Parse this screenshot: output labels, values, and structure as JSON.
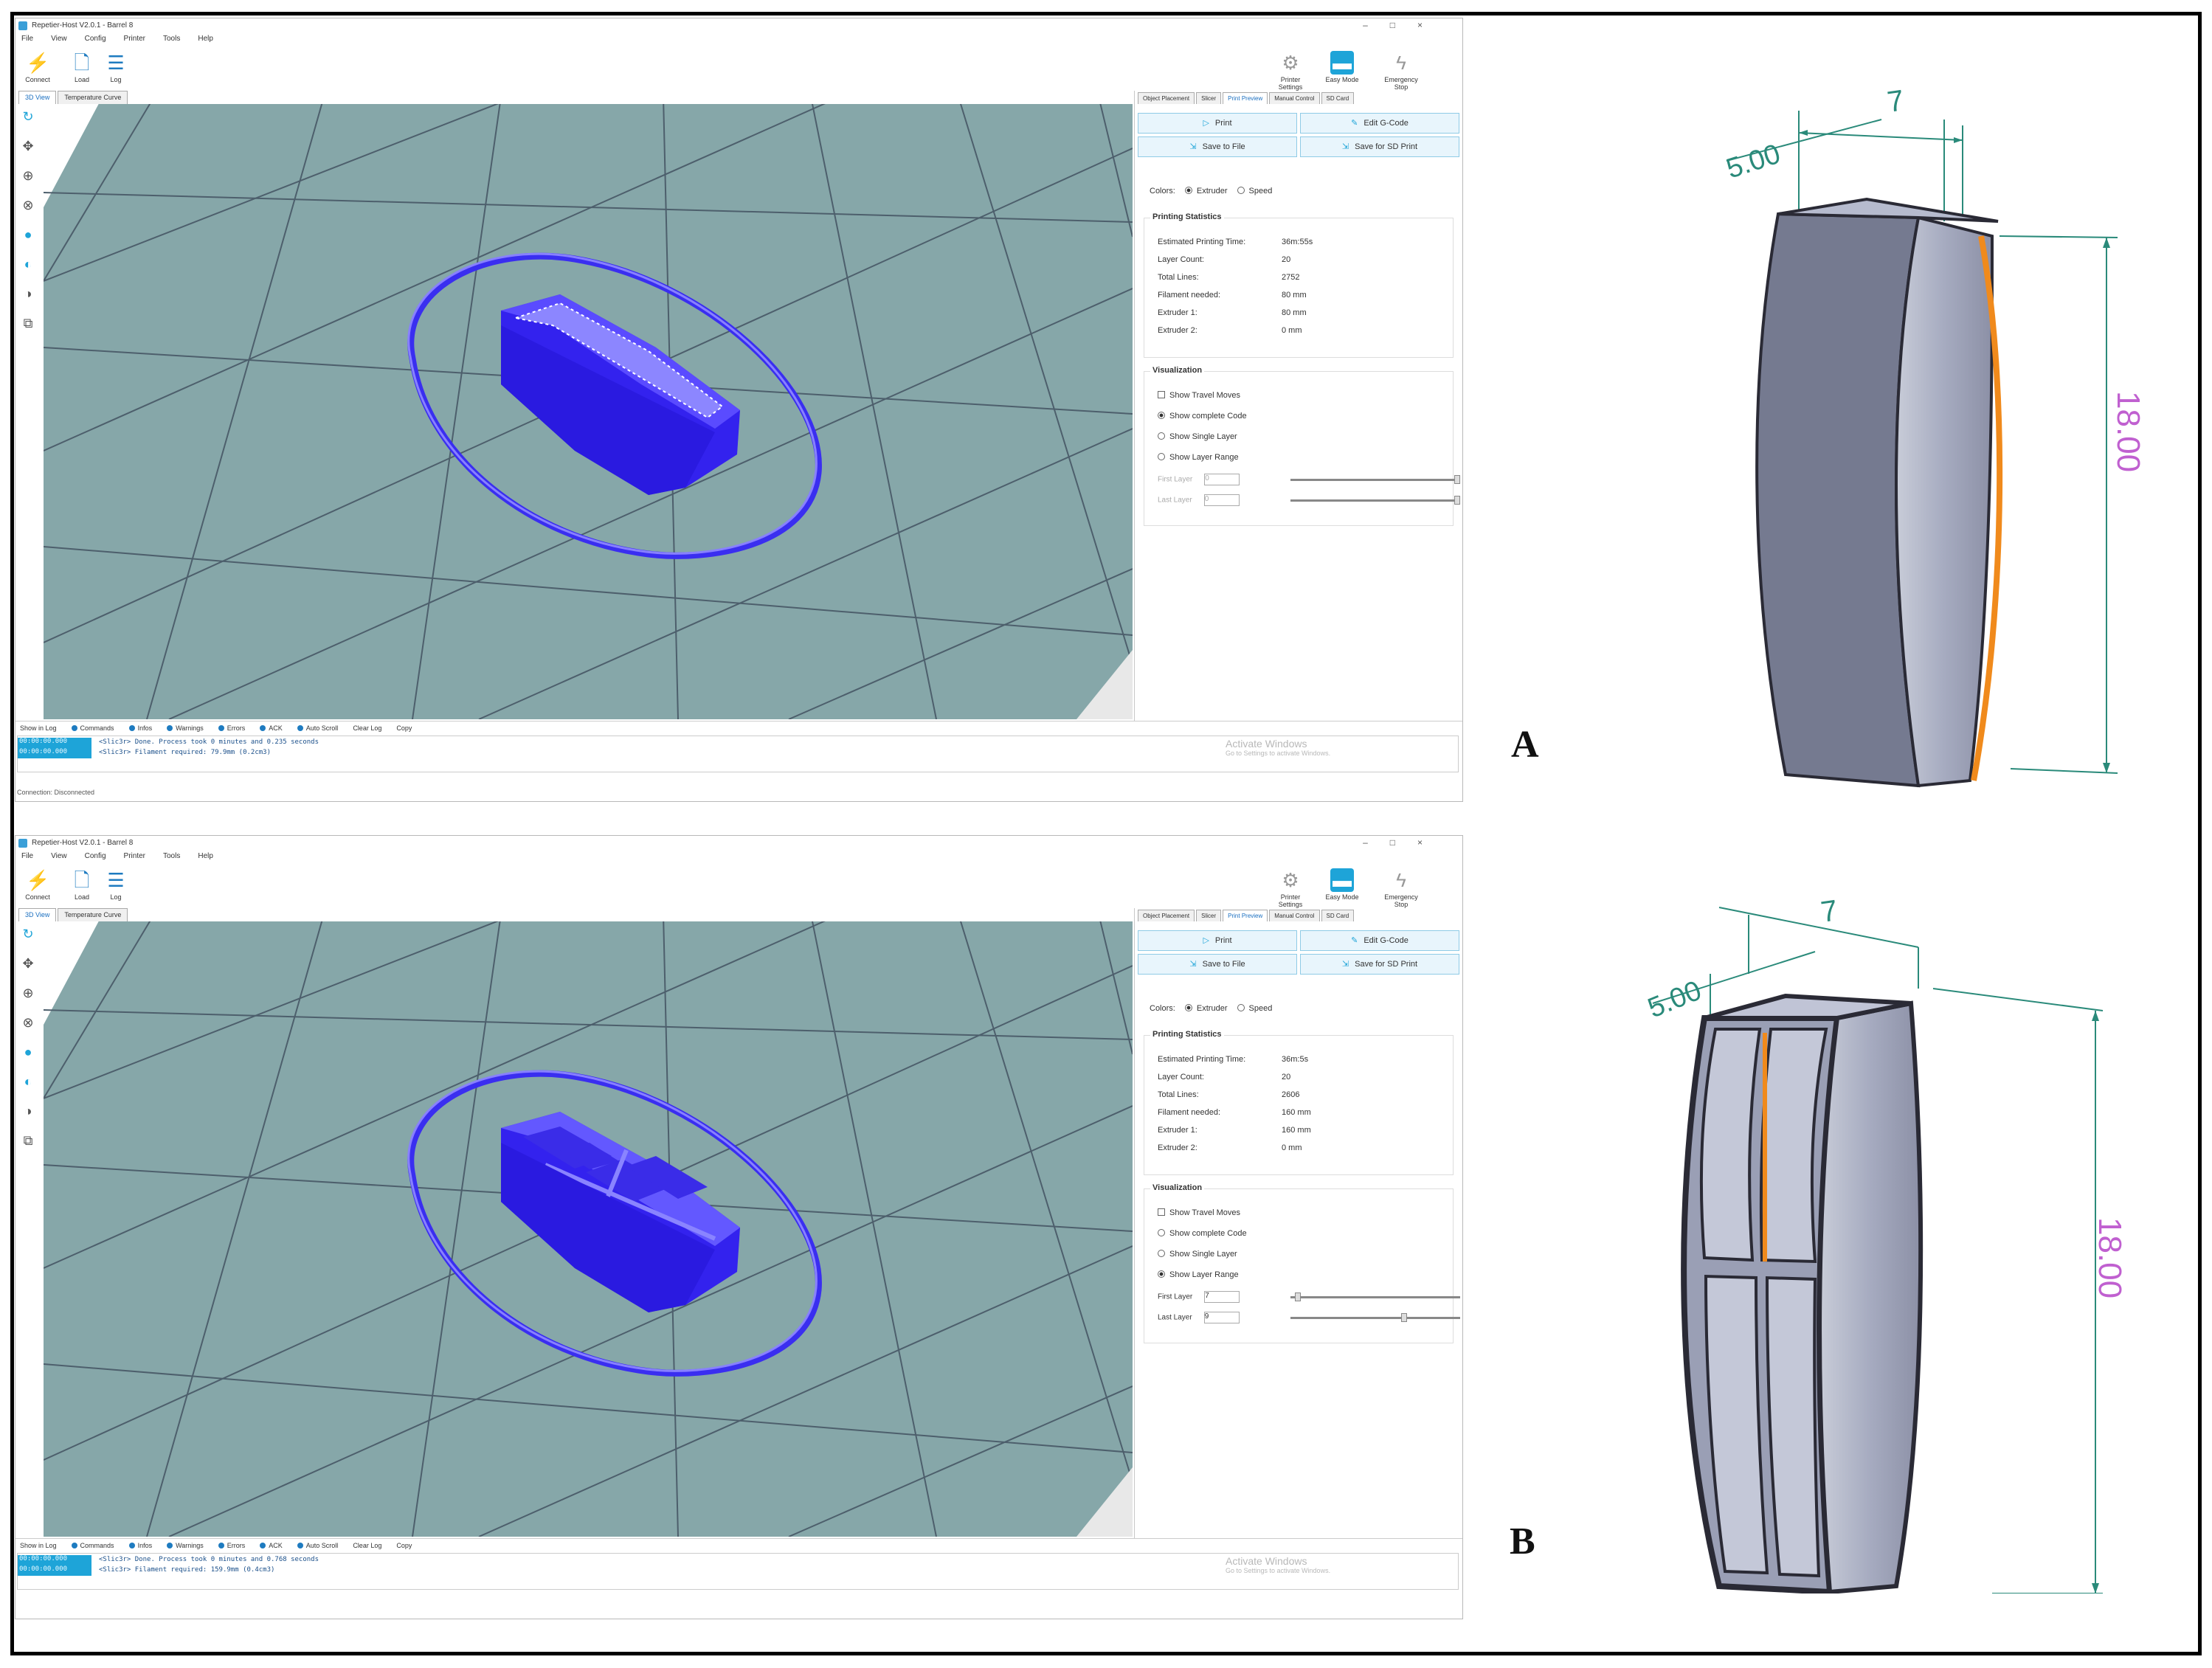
{
  "panels": [
    {
      "letter": "A",
      "window_title": "Repetier-Host V2.0.1 - Barrel 8",
      "menu": [
        "File",
        "View",
        "Config",
        "Printer",
        "Tools",
        "Help"
      ],
      "toolbar": {
        "connect": "Connect",
        "load": "Load",
        "log": "Log",
        "printer_settings": "Printer Settings",
        "easy_mode": "Easy Mode",
        "emergency_stop": "Emergency Stop"
      },
      "view_tabs": [
        "3D View",
        "Temperature Curve"
      ],
      "right_tabs": [
        "Object Placement",
        "Slicer",
        "Print Preview",
        "Manual Control",
        "SD Card"
      ],
      "buttons": {
        "print": "Print",
        "edit_gcode": "Edit G-Code",
        "save_file": "Save to File",
        "save_sd": "Save for SD Print"
      },
      "colors_label": "Colors:",
      "colors_extruder": "Extruder",
      "colors_speed": "Speed",
      "stats_title": "Printing Statistics",
      "stats": [
        {
          "k": "Estimated Printing Time:",
          "v": "36m:55s"
        },
        {
          "k": "Layer Count:",
          "v": "20"
        },
        {
          "k": "Total Lines:",
          "v": "2752"
        },
        {
          "k": "Filament needed:",
          "v": "80 mm"
        },
        {
          "k": "Extruder 1:",
          "v": "80 mm"
        },
        {
          "k": "Extruder 2:",
          "v": "0 mm"
        }
      ],
      "viz_title": "Visualization",
      "viz": [
        "Show Travel Moves",
        "Show complete Code",
        "Show Single Layer",
        "Show Layer Range"
      ],
      "viz_selected": 1,
      "first_layer": "First Layer",
      "last_layer": "Last Layer",
      "first_layer_val": "0",
      "last_layer_val": "0",
      "log_items": [
        "Show in Log",
        "Commands",
        "Infos",
        "Warnings",
        "Errors",
        "ACK",
        "Auto Scroll",
        "Clear Log",
        "Copy"
      ],
      "log_lines": [
        {
          "ts": "00:00:00.000",
          "msg": "<Slic3r> Done. Process took 0 minutes and 0.235 seconds"
        },
        {
          "ts": "00:00:00.000",
          "msg": "<Slic3r> Filament required: 79.9mm (0.2cm3)"
        }
      ],
      "watermark": "Activate Windows",
      "watermark_sub": "Go to Settings to activate Windows.",
      "status": "Connection: Disconnected"
    },
    {
      "letter": "B",
      "window_title": "Repetier-Host V2.0.1 - Barrel 8",
      "menu": [
        "File",
        "View",
        "Config",
        "Printer",
        "Tools",
        "Help"
      ],
      "toolbar": {
        "connect": "Connect",
        "load": "Load",
        "log": "Log",
        "printer_settings": "Printer Settings",
        "easy_mode": "Easy Mode",
        "emergency_stop": "Emergency Stop"
      },
      "view_tabs": [
        "3D View",
        "Temperature Curve"
      ],
      "right_tabs": [
        "Object Placement",
        "Slicer",
        "Print Preview",
        "Manual Control",
        "SD Card"
      ],
      "buttons": {
        "print": "Print",
        "edit_gcode": "Edit G-Code",
        "save_file": "Save to File",
        "save_sd": "Save for SD Print"
      },
      "colors_label": "Colors:",
      "colors_extruder": "Extruder",
      "colors_speed": "Speed",
      "stats_title": "Printing Statistics",
      "stats": [
        {
          "k": "Estimated Printing Time:",
          "v": "36m:5s"
        },
        {
          "k": "Layer Count:",
          "v": "20"
        },
        {
          "k": "Total Lines:",
          "v": "2606"
        },
        {
          "k": "Filament needed:",
          "v": "160 mm"
        },
        {
          "k": "Extruder 1:",
          "v": "160 mm"
        },
        {
          "k": "Extruder 2:",
          "v": "0 mm"
        }
      ],
      "viz_title": "Visualization",
      "viz": [
        "Show Travel Moves",
        "Show complete Code",
        "Show Single Layer",
        "Show Layer Range"
      ],
      "viz_selected": 3,
      "first_layer": "First Layer",
      "last_layer": "Last Layer",
      "first_layer_val": "7",
      "last_layer_val": "9",
      "log_items": [
        "Show in Log",
        "Commands",
        "Infos",
        "Warnings",
        "Errors",
        "ACK",
        "Auto Scroll",
        "Clear Log",
        "Copy"
      ],
      "log_lines": [
        {
          "ts": "00:00:00.000",
          "msg": "<Slic3r> Done. Process took 0 minutes and 0.768 seconds"
        },
        {
          "ts": "00:00:00.000",
          "msg": "<Slic3r> Filament required: 159.9mm (0.4cm3)"
        }
      ],
      "watermark": "Activate Windows",
      "watermark_sub": "Go to Settings to activate Windows.",
      "status": ""
    }
  ],
  "drawings": [
    {
      "dim_width": "7",
      "dim_depth": "5.00",
      "dim_height": "18.00"
    },
    {
      "dim_width": "7",
      "dim_depth": "5.00",
      "dim_height": "18.00"
    }
  ],
  "colors": {
    "accent": "#1ea4d8",
    "bed": "#86a7a9",
    "print": "#3a2ef0",
    "dimension": "#2a8a7a",
    "dim_text": "#c060d0",
    "edge": "#f08a1c"
  }
}
